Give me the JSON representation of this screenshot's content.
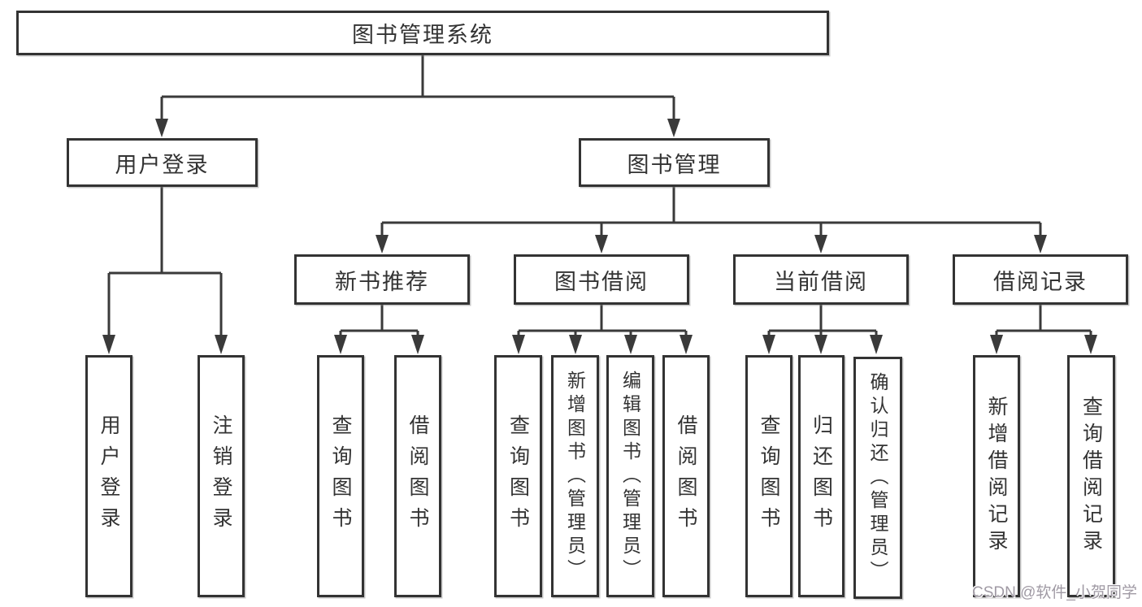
{
  "diagram": {
    "title": "图书管理系统",
    "nodes": {
      "root": "图书管理系统",
      "user_login": "用户登录",
      "book_management": "图书管理",
      "login": "用户登录",
      "logout": "注销登录",
      "new_book_recommend": "新书推荐",
      "book_borrow": "图书借阅",
      "current_borrow": "当前借阅",
      "borrow_records": "借阅记录",
      "recommend_query_book": "查询图书",
      "recommend_borrow_book": "借阅图书",
      "borrow_query_book": "查询图书",
      "borrow_add_book": "新增图书（管理员）",
      "borrow_edit_book": "编辑图书（管理员）",
      "borrow_borrow_book": "借阅图书",
      "current_query_book": "查询图书",
      "current_return_book": "归还图书",
      "current_confirm_return": "确认归还（管理员）",
      "records_add_record": "新增借阅记录",
      "records_query_record": "查询借阅记录"
    },
    "hierarchy": [
      {
        "parent": "图书管理系统",
        "children": [
          "用户登录",
          "图书管理"
        ]
      },
      {
        "parent": "用户登录",
        "children": [
          "用户登录",
          "注销登录"
        ]
      },
      {
        "parent": "图书管理",
        "children": [
          "新书推荐",
          "图书借阅",
          "当前借阅",
          "借阅记录"
        ]
      },
      {
        "parent": "新书推荐",
        "children": [
          "查询图书",
          "借阅图书"
        ]
      },
      {
        "parent": "图书借阅",
        "children": [
          "查询图书",
          "新增图书（管理员）",
          "编辑图书（管理员）",
          "借阅图书"
        ]
      },
      {
        "parent": "当前借阅",
        "children": [
          "查询图书",
          "归还图书",
          "确认归还（管理员）"
        ]
      },
      {
        "parent": "借阅记录",
        "children": [
          "新增借阅记录",
          "查询借阅记录"
        ]
      }
    ],
    "colors": {
      "line": "#3a3a3a",
      "box_border": "#333333",
      "text": "#333333",
      "background": "#ffffff"
    }
  },
  "watermark": {
    "text": "CSDN @软件_小贺同学",
    "color": "#a09aa4"
  }
}
